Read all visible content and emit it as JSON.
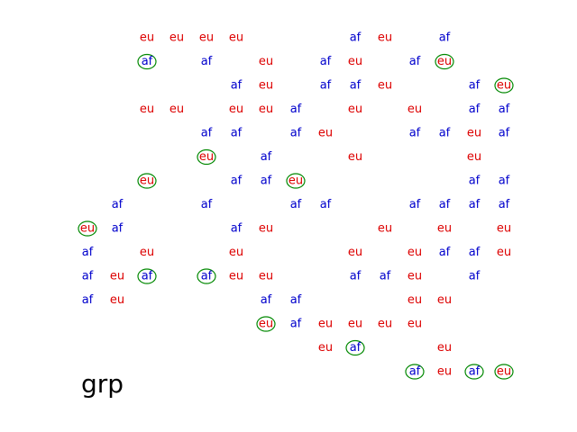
{
  "chart_data": {
    "type": "scatter",
    "title": "grp",
    "x_range": [
      1,
      15
    ],
    "y_range": [
      1,
      15
    ],
    "grid": false,
    "colors": {
      "eu": "#dd0000",
      "af": "#0000cc",
      "circle": "#008800"
    },
    "points": [
      {
        "x": 3,
        "y": 15,
        "label": "eu",
        "circled": false
      },
      {
        "x": 4,
        "y": 15,
        "label": "eu",
        "circled": false
      },
      {
        "x": 5,
        "y": 15,
        "label": "eu",
        "circled": false
      },
      {
        "x": 6,
        "y": 15,
        "label": "eu",
        "circled": false
      },
      {
        "x": 10,
        "y": 15,
        "label": "af",
        "circled": false
      },
      {
        "x": 11,
        "y": 15,
        "label": "eu",
        "circled": false
      },
      {
        "x": 13,
        "y": 15,
        "label": "af",
        "circled": false
      },
      {
        "x": 3,
        "y": 14,
        "label": "af",
        "circled": true
      },
      {
        "x": 5,
        "y": 14,
        "label": "af",
        "circled": false
      },
      {
        "x": 7,
        "y": 14,
        "label": "eu",
        "circled": false
      },
      {
        "x": 9,
        "y": 14,
        "label": "af",
        "circled": false
      },
      {
        "x": 10,
        "y": 14,
        "label": "eu",
        "circled": false
      },
      {
        "x": 12,
        "y": 14,
        "label": "af",
        "circled": false
      },
      {
        "x": 13,
        "y": 14,
        "label": "eu",
        "circled": true
      },
      {
        "x": 6,
        "y": 13,
        "label": "af",
        "circled": false
      },
      {
        "x": 7,
        "y": 13,
        "label": "eu",
        "circled": false
      },
      {
        "x": 9,
        "y": 13,
        "label": "af",
        "circled": false
      },
      {
        "x": 10,
        "y": 13,
        "label": "af",
        "circled": false
      },
      {
        "x": 11,
        "y": 13,
        "label": "eu",
        "circled": false
      },
      {
        "x": 14,
        "y": 13,
        "label": "af",
        "circled": false
      },
      {
        "x": 15,
        "y": 13,
        "label": "eu",
        "circled": true
      },
      {
        "x": 3,
        "y": 12,
        "label": "eu",
        "circled": false
      },
      {
        "x": 4,
        "y": 12,
        "label": "eu",
        "circled": false
      },
      {
        "x": 6,
        "y": 12,
        "label": "eu",
        "circled": false
      },
      {
        "x": 7,
        "y": 12,
        "label": "eu",
        "circled": false
      },
      {
        "x": 8,
        "y": 12,
        "label": "af",
        "circled": false
      },
      {
        "x": 10,
        "y": 12,
        "label": "eu",
        "circled": false
      },
      {
        "x": 12,
        "y": 12,
        "label": "eu",
        "circled": false
      },
      {
        "x": 14,
        "y": 12,
        "label": "af",
        "circled": false
      },
      {
        "x": 15,
        "y": 12,
        "label": "af",
        "circled": false
      },
      {
        "x": 5,
        "y": 11,
        "label": "af",
        "circled": false
      },
      {
        "x": 6,
        "y": 11,
        "label": "af",
        "circled": false
      },
      {
        "x": 8,
        "y": 11,
        "label": "af",
        "circled": false
      },
      {
        "x": 9,
        "y": 11,
        "label": "eu",
        "circled": false
      },
      {
        "x": 12,
        "y": 11,
        "label": "af",
        "circled": false
      },
      {
        "x": 13,
        "y": 11,
        "label": "af",
        "circled": false
      },
      {
        "x": 14,
        "y": 11,
        "label": "eu",
        "circled": false
      },
      {
        "x": 15,
        "y": 11,
        "label": "af",
        "circled": false
      },
      {
        "x": 5,
        "y": 10,
        "label": "eu",
        "circled": true
      },
      {
        "x": 7,
        "y": 10,
        "label": "af",
        "circled": false
      },
      {
        "x": 10,
        "y": 10,
        "label": "eu",
        "circled": false
      },
      {
        "x": 14,
        "y": 10,
        "label": "eu",
        "circled": false
      },
      {
        "x": 3,
        "y": 9,
        "label": "eu",
        "circled": true
      },
      {
        "x": 6,
        "y": 9,
        "label": "af",
        "circled": false
      },
      {
        "x": 7,
        "y": 9,
        "label": "af",
        "circled": false
      },
      {
        "x": 8,
        "y": 9,
        "label": "eu",
        "circled": true
      },
      {
        "x": 14,
        "y": 9,
        "label": "af",
        "circled": false
      },
      {
        "x": 15,
        "y": 9,
        "label": "af",
        "circled": false
      },
      {
        "x": 2,
        "y": 8,
        "label": "af",
        "circled": false
      },
      {
        "x": 5,
        "y": 8,
        "label": "af",
        "circled": false
      },
      {
        "x": 8,
        "y": 8,
        "label": "af",
        "circled": false
      },
      {
        "x": 9,
        "y": 8,
        "label": "af",
        "circled": false
      },
      {
        "x": 12,
        "y": 8,
        "label": "af",
        "circled": false
      },
      {
        "x": 13,
        "y": 8,
        "label": "af",
        "circled": false
      },
      {
        "x": 14,
        "y": 8,
        "label": "af",
        "circled": false
      },
      {
        "x": 15,
        "y": 8,
        "label": "af",
        "circled": false
      },
      {
        "x": 1,
        "y": 7,
        "label": "eu",
        "circled": true
      },
      {
        "x": 2,
        "y": 7,
        "label": "af",
        "circled": false
      },
      {
        "x": 6,
        "y": 7,
        "label": "af",
        "circled": false
      },
      {
        "x": 7,
        "y": 7,
        "label": "eu",
        "circled": false
      },
      {
        "x": 11,
        "y": 7,
        "label": "eu",
        "circled": false
      },
      {
        "x": 13,
        "y": 7,
        "label": "eu",
        "circled": false
      },
      {
        "x": 15,
        "y": 7,
        "label": "eu",
        "circled": false
      },
      {
        "x": 1,
        "y": 6,
        "label": "af",
        "circled": false
      },
      {
        "x": 3,
        "y": 6,
        "label": "eu",
        "circled": false
      },
      {
        "x": 6,
        "y": 6,
        "label": "eu",
        "circled": false
      },
      {
        "x": 10,
        "y": 6,
        "label": "eu",
        "circled": false
      },
      {
        "x": 12,
        "y": 6,
        "label": "eu",
        "circled": false
      },
      {
        "x": 13,
        "y": 6,
        "label": "af",
        "circled": false
      },
      {
        "x": 14,
        "y": 6,
        "label": "af",
        "circled": false
      },
      {
        "x": 15,
        "y": 6,
        "label": "eu",
        "circled": false
      },
      {
        "x": 1,
        "y": 5,
        "label": "af",
        "circled": false
      },
      {
        "x": 2,
        "y": 5,
        "label": "eu",
        "circled": false
      },
      {
        "x": 3,
        "y": 5,
        "label": "af",
        "circled": true
      },
      {
        "x": 5,
        "y": 5,
        "label": "af",
        "circled": true
      },
      {
        "x": 6,
        "y": 5,
        "label": "eu",
        "circled": false
      },
      {
        "x": 7,
        "y": 5,
        "label": "eu",
        "circled": false
      },
      {
        "x": 10,
        "y": 5,
        "label": "af",
        "circled": false
      },
      {
        "x": 11,
        "y": 5,
        "label": "af",
        "circled": false
      },
      {
        "x": 12,
        "y": 5,
        "label": "eu",
        "circled": false
      },
      {
        "x": 14,
        "y": 5,
        "label": "af",
        "circled": false
      },
      {
        "x": 1,
        "y": 4,
        "label": "af",
        "circled": false
      },
      {
        "x": 2,
        "y": 4,
        "label": "eu",
        "circled": false
      },
      {
        "x": 7,
        "y": 4,
        "label": "af",
        "circled": false
      },
      {
        "x": 8,
        "y": 4,
        "label": "af",
        "circled": false
      },
      {
        "x": 12,
        "y": 4,
        "label": "eu",
        "circled": false
      },
      {
        "x": 13,
        "y": 4,
        "label": "eu",
        "circled": false
      },
      {
        "x": 7,
        "y": 3,
        "label": "eu",
        "circled": true
      },
      {
        "x": 8,
        "y": 3,
        "label": "af",
        "circled": false
      },
      {
        "x": 9,
        "y": 3,
        "label": "eu",
        "circled": false
      },
      {
        "x": 10,
        "y": 3,
        "label": "eu",
        "circled": false
      },
      {
        "x": 11,
        "y": 3,
        "label": "eu",
        "circled": false
      },
      {
        "x": 12,
        "y": 3,
        "label": "eu",
        "circled": false
      },
      {
        "x": 9,
        "y": 2,
        "label": "eu",
        "circled": false
      },
      {
        "x": 10,
        "y": 2,
        "label": "af",
        "circled": true
      },
      {
        "x": 13,
        "y": 2,
        "label": "eu",
        "circled": false
      },
      {
        "x": 12,
        "y": 1,
        "label": "af",
        "circled": true
      },
      {
        "x": 13,
        "y": 1,
        "label": "eu",
        "circled": false
      },
      {
        "x": 14,
        "y": 1,
        "label": "af",
        "circled": true
      },
      {
        "x": 15,
        "y": 1,
        "label": "eu",
        "circled": true
      }
    ]
  }
}
